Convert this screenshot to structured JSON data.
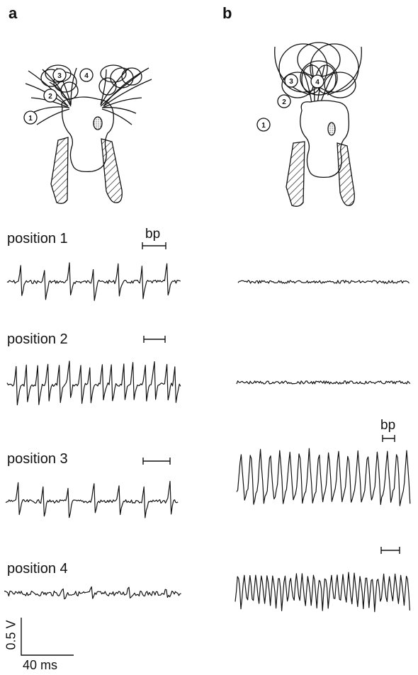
{
  "panels": [
    {
      "letter": "a"
    },
    {
      "letter": "b"
    }
  ],
  "diagram_markers": [
    "1",
    "2",
    "3",
    "4"
  ],
  "positions": [
    "position 1",
    "position 2",
    "position 3",
    "position 4"
  ],
  "bp_label": "bp",
  "scale_bar": {
    "voltage": "0.5 V",
    "time": "40 ms"
  }
}
